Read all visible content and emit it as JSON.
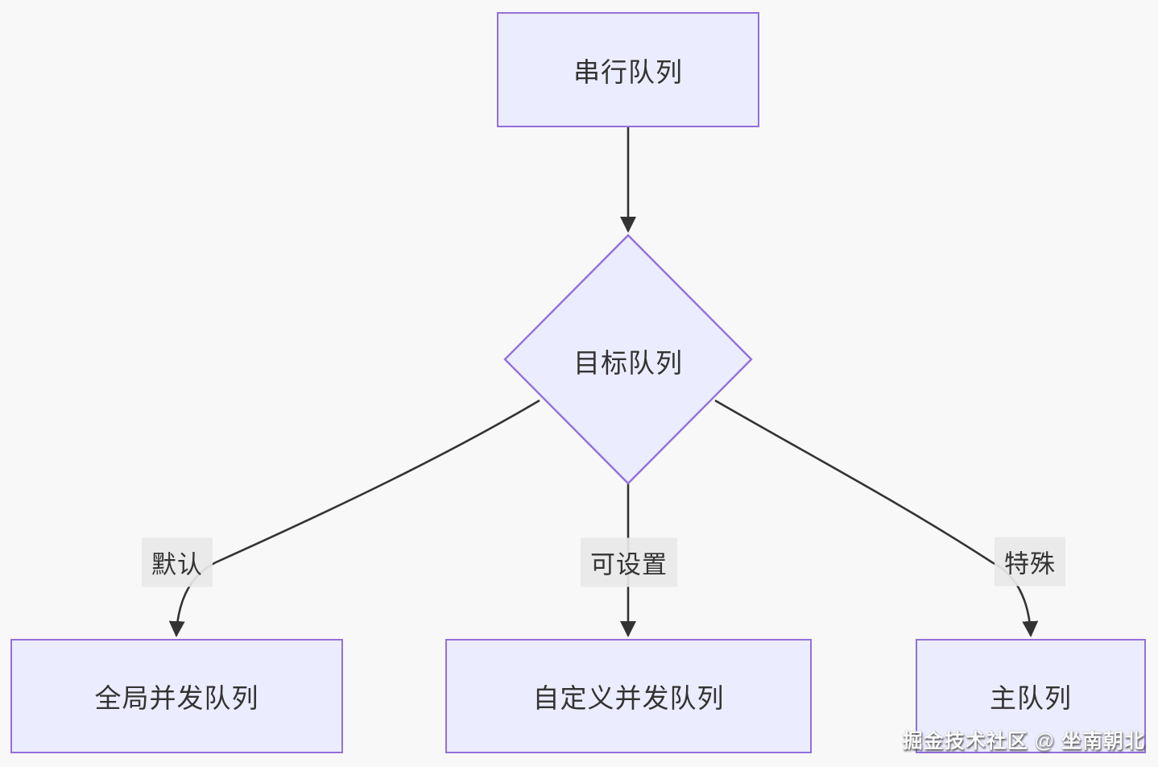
{
  "diagram": {
    "type": "flowchart",
    "direction": "top-down",
    "nodes": {
      "serial_queue": {
        "label": "串行队列",
        "shape": "rect"
      },
      "target_queue": {
        "label": "目标队列",
        "shape": "diamond"
      },
      "global_queue": {
        "label": "全局并发队列",
        "shape": "rect"
      },
      "custom_queue": {
        "label": "自定义并发队列",
        "shape": "rect"
      },
      "main_queue": {
        "label": "主队列",
        "shape": "rect"
      }
    },
    "edges": [
      {
        "from": "serial_queue",
        "to": "target_queue",
        "label": ""
      },
      {
        "from": "target_queue",
        "to": "global_queue",
        "label": "默认"
      },
      {
        "from": "target_queue",
        "to": "custom_queue",
        "label": "可设置"
      },
      {
        "from": "target_queue",
        "to": "main_queue",
        "label": "特殊"
      }
    ],
    "edge_labels": {
      "default": "默认",
      "settable": "可设置",
      "special": "特殊"
    },
    "watermark": "掘金技术社区 @ 坐南朝北",
    "colors": {
      "background": "#f8f8f8",
      "node_fill": "#ECECFF",
      "node_border": "#9370DB",
      "edge_color": "#333333",
      "label_bg": "#e8e8e8",
      "text_color": "#333333"
    }
  }
}
